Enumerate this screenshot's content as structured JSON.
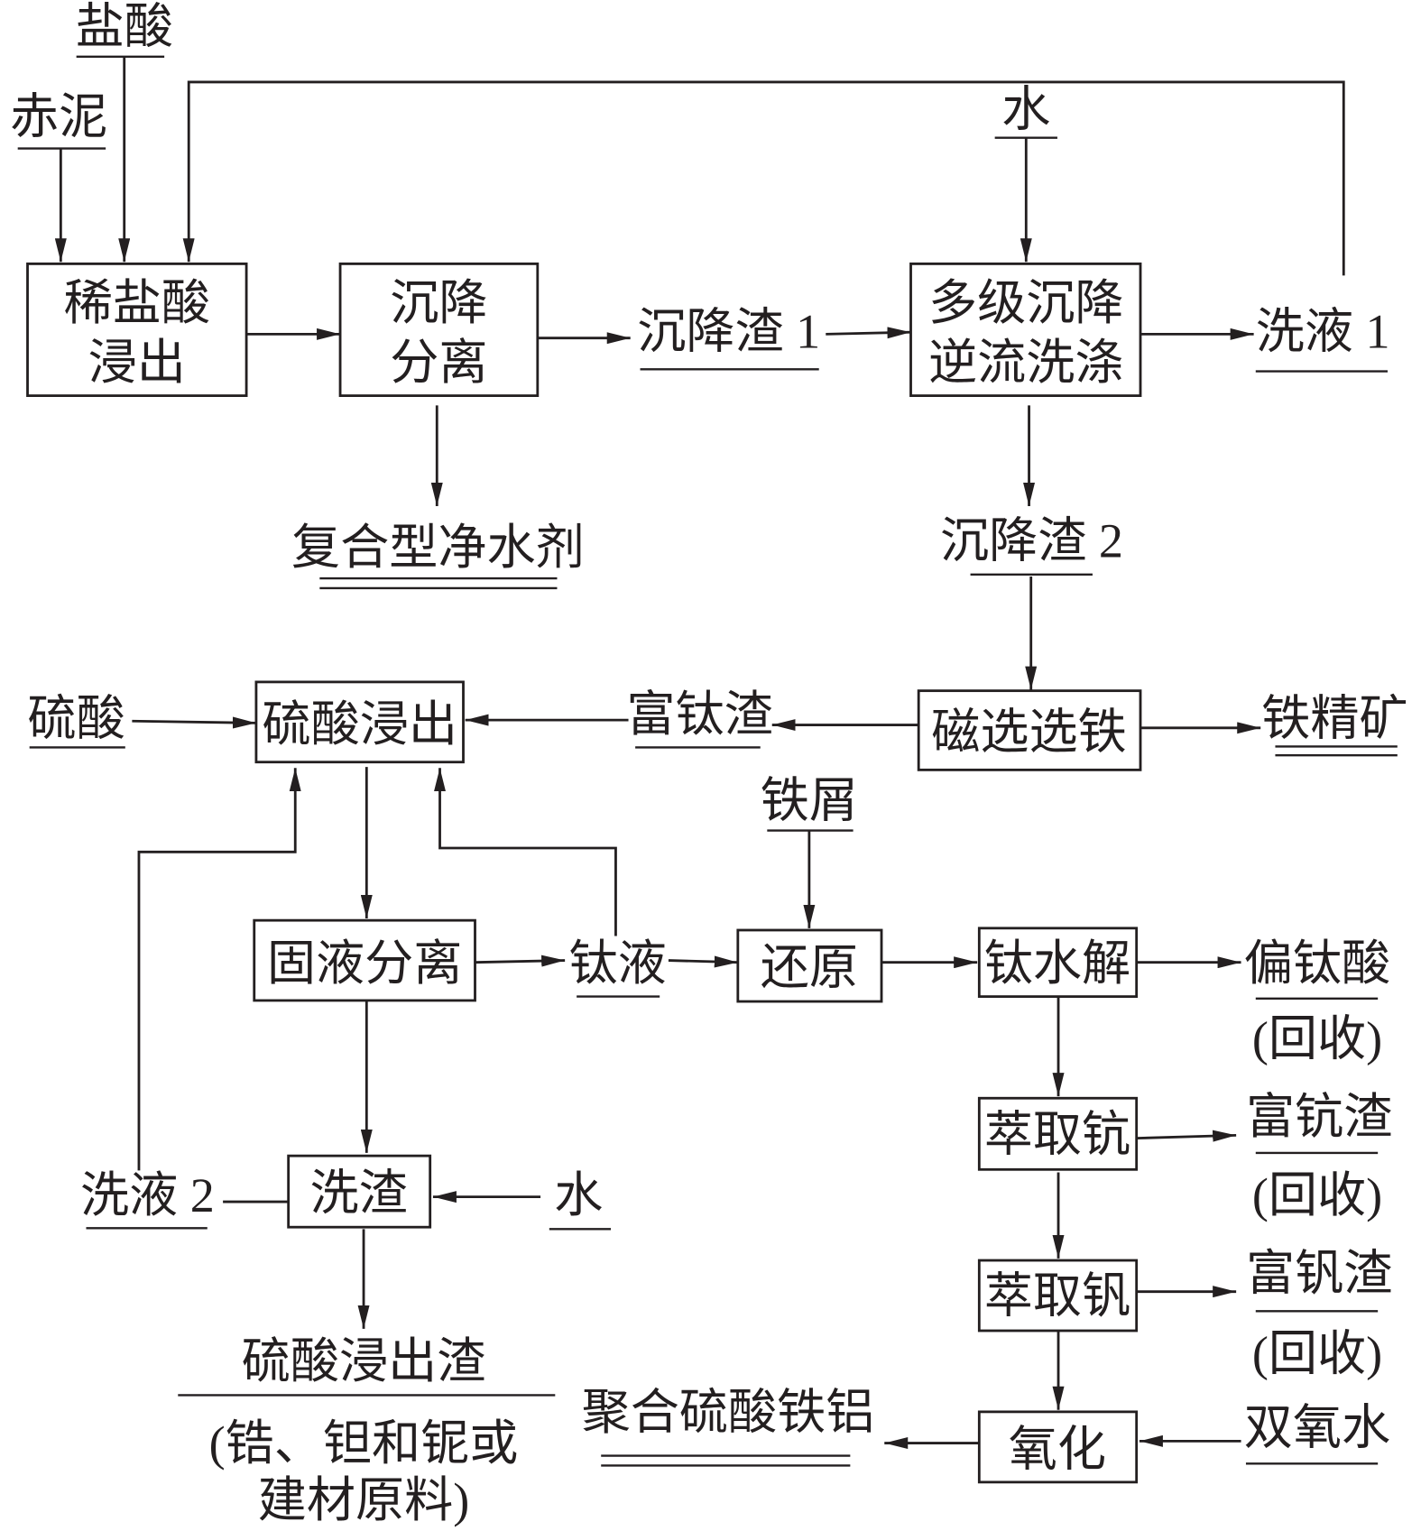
{
  "inputs": {
    "hydrochloric_acid": "盐酸",
    "red_mud": "赤泥",
    "water_top": "水",
    "sulfuric_acid": "硫酸",
    "iron_scrap": "铁屑",
    "water_bottom": "水",
    "hydrogen_peroxide": "双氧水"
  },
  "steps": {
    "dilute_hcl_leaching": [
      "稀盐酸",
      "浸出"
    ],
    "settling_separation": [
      "沉降",
      "分离"
    ],
    "countercurrent_washing": [
      "多级沉降",
      "逆流洗涤"
    ],
    "magnetic_separation": "磁选选铁",
    "sulfuric_acid_leaching": "硫酸浸出",
    "solid_liquid_separation": "固液分离",
    "reduction": "还原",
    "titanium_hydrolysis": "钛水解",
    "scandium_extraction": "萃取钪",
    "vanadium_extraction": "萃取钒",
    "oxidation": "氧化",
    "residue_washing": "洗渣"
  },
  "streams": {
    "settling_residue_1": "沉降渣 1",
    "wash_liquor_1": "洗液 1",
    "settling_residue_2": "沉降渣 2",
    "titanium_rich_slag": "富钛渣",
    "titanium_liquor": "钛液",
    "wash_liquor_2": "洗液 2"
  },
  "products": {
    "composite_water_purifier": "复合型净水剂",
    "iron_concentrate": "铁精矿",
    "metatitanic_acid": {
      "name": "偏钛酸",
      "note": "(回收)"
    },
    "scandium_rich_slag": {
      "name": "富钪渣",
      "note": "(回收)"
    },
    "vanadium_rich_slag": {
      "name": "富钒渣",
      "note": "(回收)"
    },
    "polymeric_ferric_aluminum_sulfate": "聚合硫酸铁铝",
    "sulfuric_leach_residue": {
      "name": "硫酸浸出渣",
      "note": [
        "(锆、钽和铌或",
        "建材原料)"
      ]
    }
  }
}
